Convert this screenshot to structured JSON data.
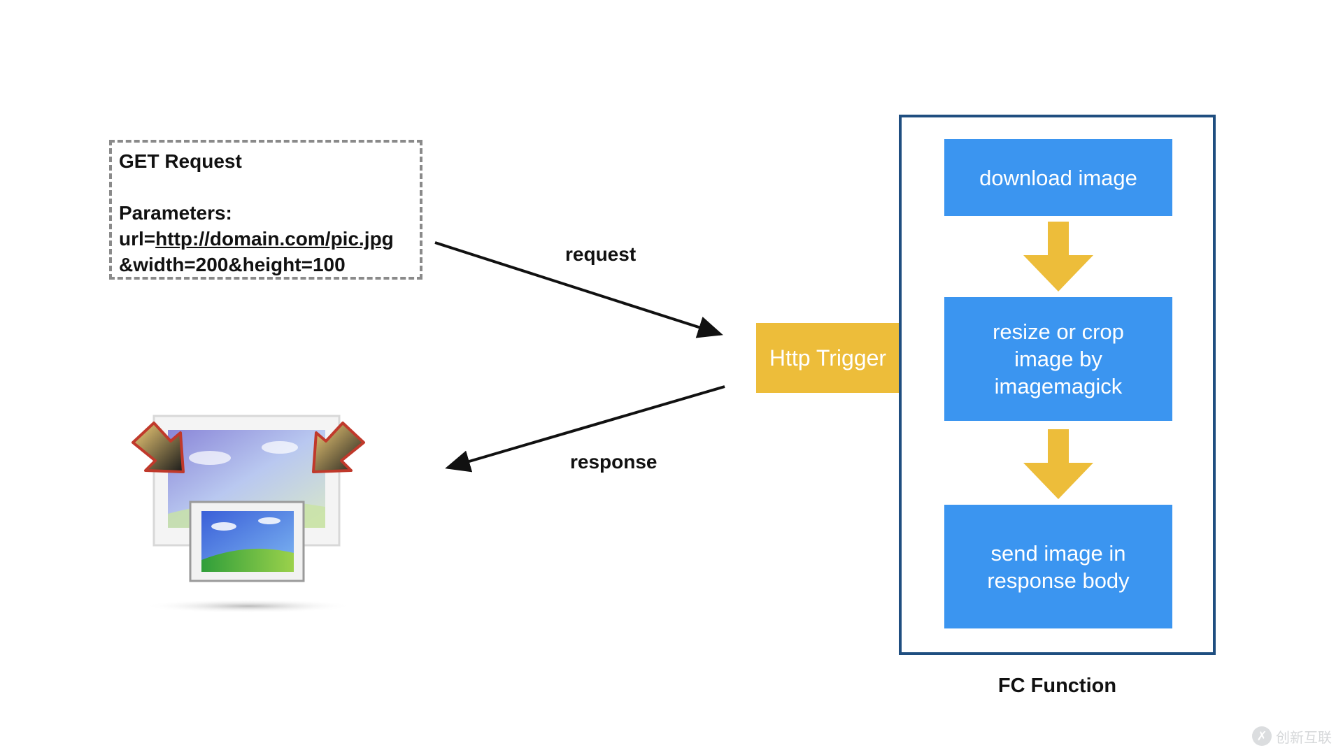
{
  "request_box": {
    "title": "GET Request",
    "params_label": "Parameters:",
    "url_prefix": "url=",
    "url_link": "http://domain.com/pic.jpg",
    "query": "&width=200&height=100"
  },
  "arrows": {
    "request_label": "request",
    "response_label": "response"
  },
  "trigger": {
    "label": "Http Trigger",
    "color": "#edbd3a"
  },
  "fc_function": {
    "label": "FC Function",
    "border_color": "#1f4e80",
    "step_color": "#3b95f0",
    "arrow_color": "#edbd3a",
    "steps": [
      {
        "lines": [
          "download image"
        ]
      },
      {
        "lines": [
          "resize or crop",
          "image by",
          "imagemagick"
        ]
      },
      {
        "lines": [
          "send image in",
          "response body"
        ]
      }
    ]
  },
  "icons": {
    "result_image": "image-resize-icon",
    "watermark": "brand-watermark-icon"
  },
  "watermark": {
    "text": "创新互联",
    "glyph": "✗"
  }
}
